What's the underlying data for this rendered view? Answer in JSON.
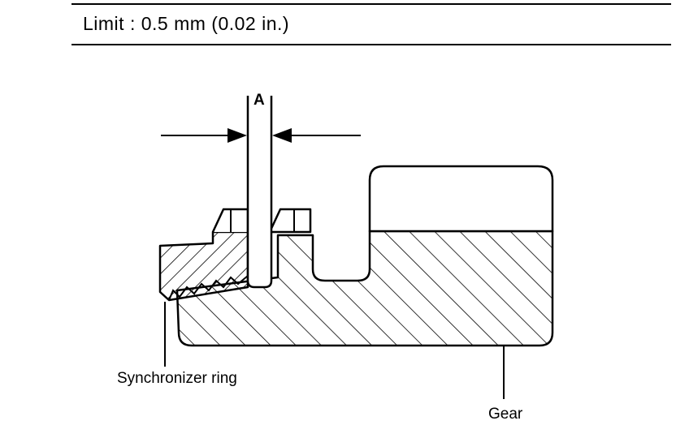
{
  "header": {
    "limit_text": "Limit : 0.5 mm (0.02 in.)"
  },
  "diagram": {
    "dimension_label": "A",
    "synchronizer_label": "Synchronizer ring",
    "gear_label": "Gear",
    "line_color": "#000000"
  }
}
